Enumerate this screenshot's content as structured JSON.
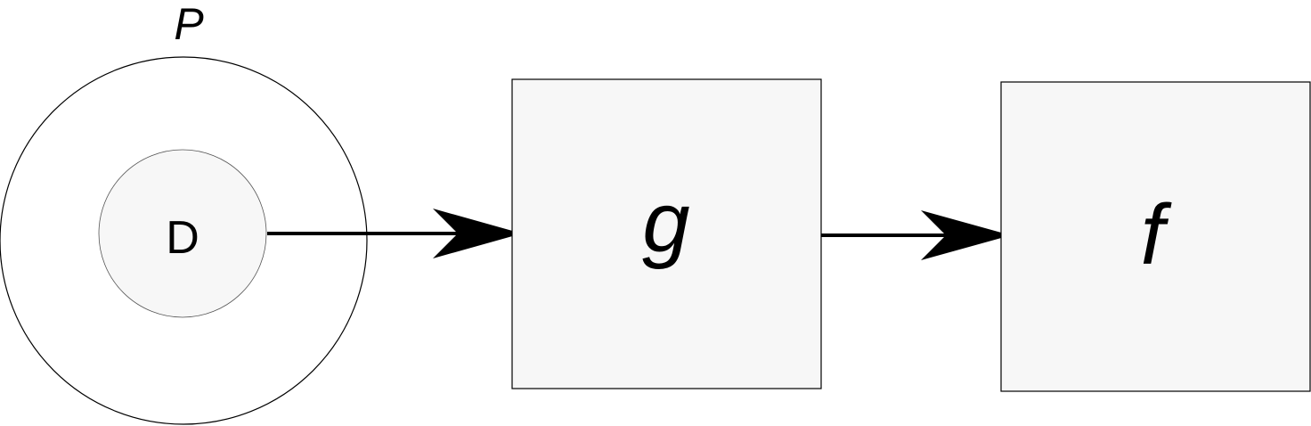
{
  "diagram": {
    "outer_circle": {
      "label": "P"
    },
    "inner_circle": {
      "label": "D"
    },
    "box_g": {
      "label": "g"
    },
    "box_f": {
      "label": "f"
    },
    "colors": {
      "stroke": "#000000",
      "outer_fill": "#ffffff",
      "inner_fill": "#f7f7f7",
      "inner_stroke": "#555555",
      "box_fill": "#f7f7f7",
      "arrow": "#000000"
    }
  }
}
